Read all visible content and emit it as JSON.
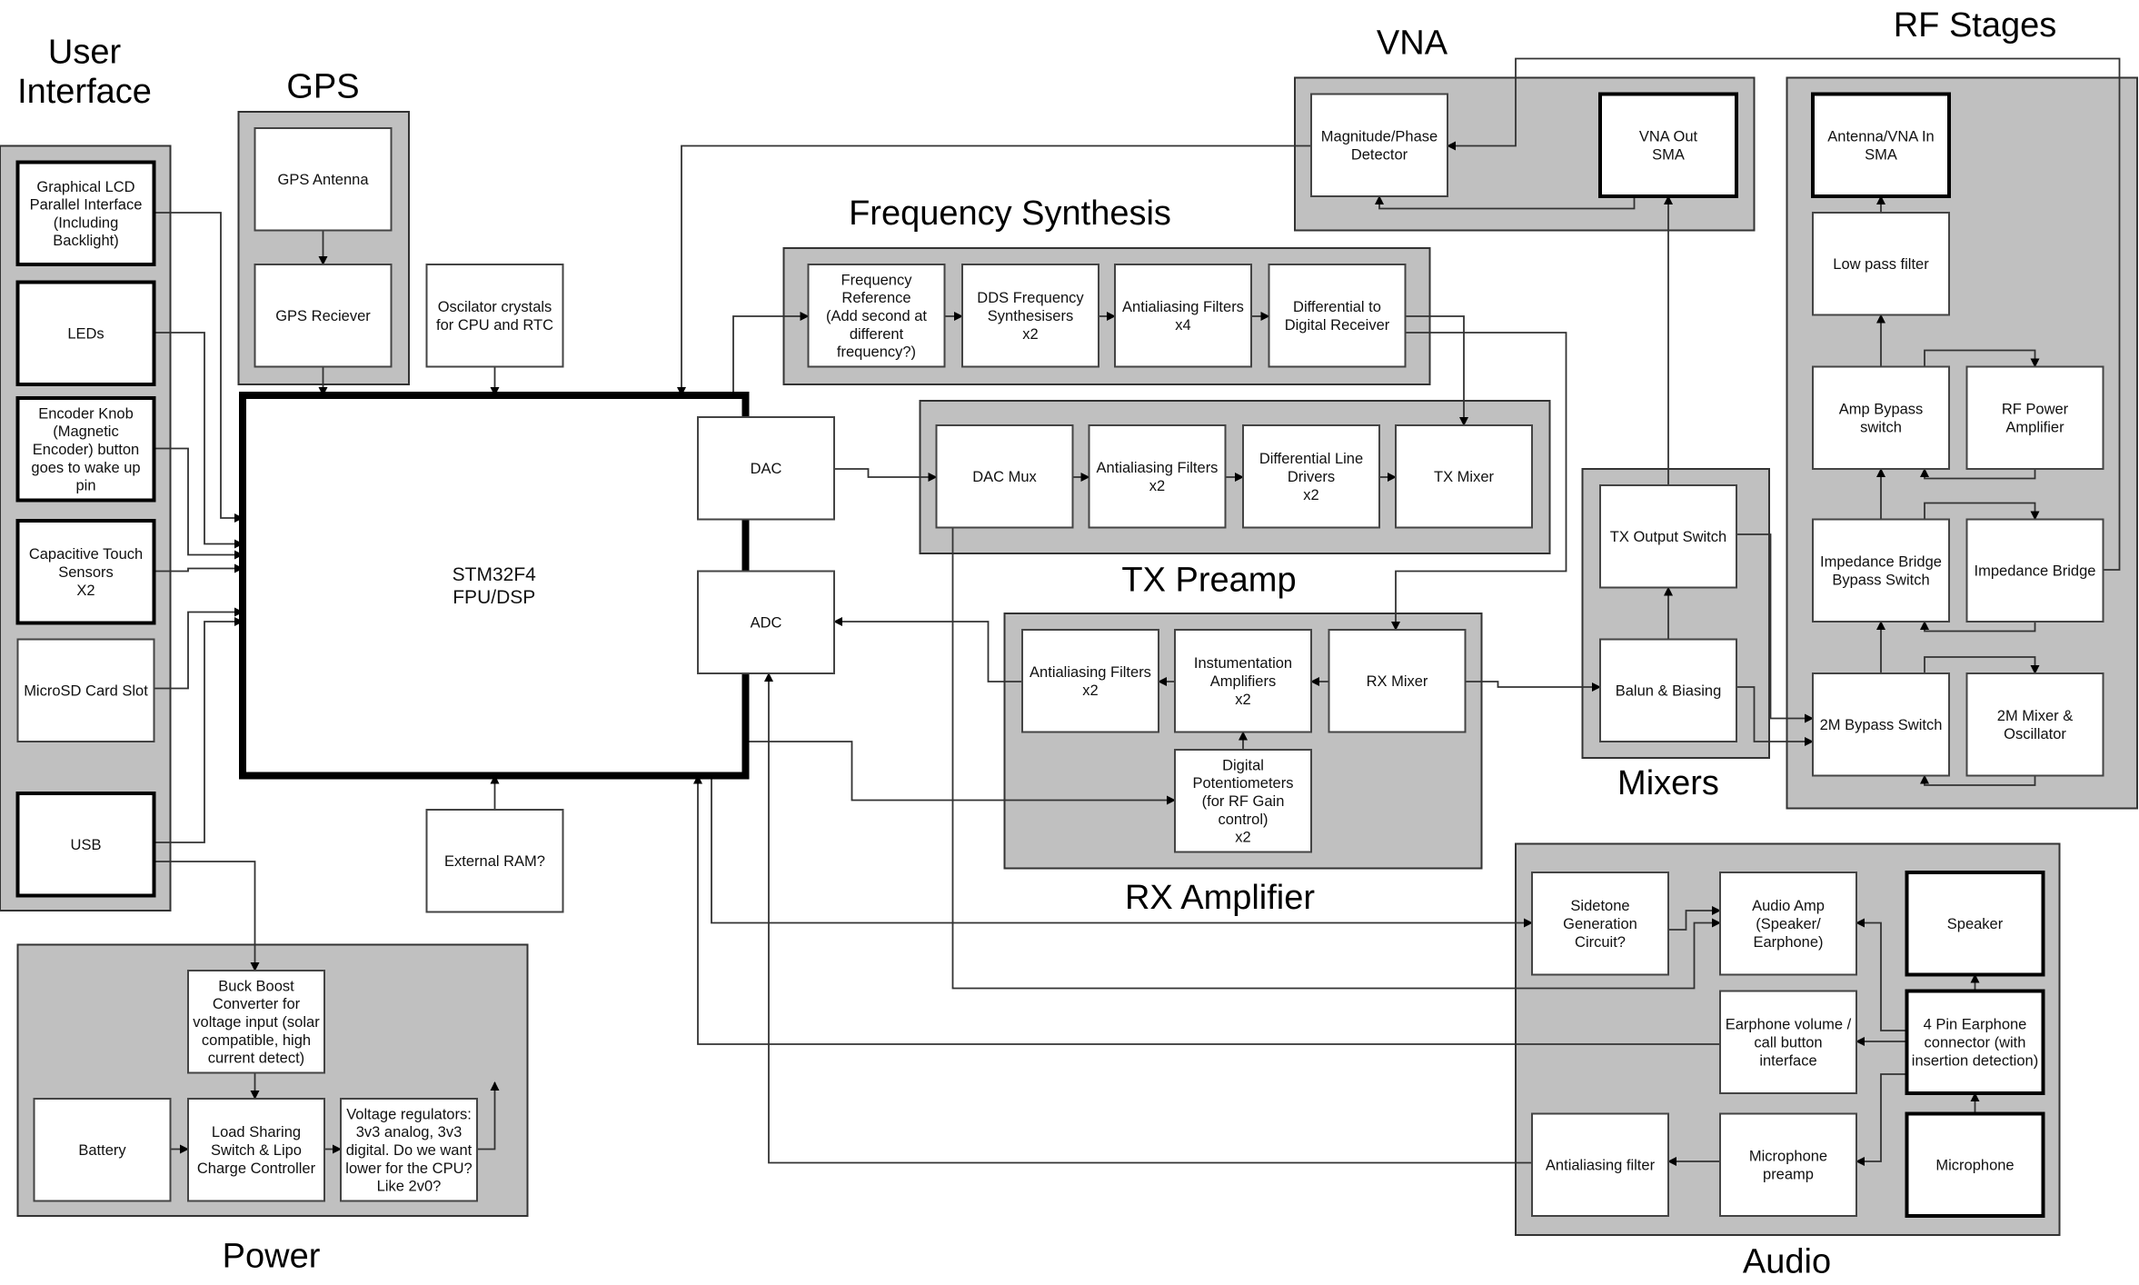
{
  "groups": [
    {
      "id": "user-interface",
      "title": [
        "User",
        "Interface"
      ]
    },
    {
      "id": "gps",
      "title": [
        "GPS"
      ]
    },
    {
      "id": "vna",
      "title": [
        "VNA"
      ]
    },
    {
      "id": "rf-stages",
      "title": [
        "RF Stages"
      ]
    },
    {
      "id": "frequency-synthesis",
      "title": [
        "Frequency Synthesis"
      ]
    },
    {
      "id": "tx-preamp",
      "title": [
        "TX Preamp"
      ]
    },
    {
      "id": "rx-amplifier",
      "title": [
        "RX Amplifier"
      ]
    },
    {
      "id": "mixers",
      "title": [
        "Mixers"
      ]
    },
    {
      "id": "audio",
      "title": [
        "Audio"
      ]
    },
    {
      "id": "power",
      "title": [
        "Power"
      ]
    }
  ],
  "blocks": [
    {
      "id": "lcd",
      "lines": [
        "Graphical LCD",
        "Parallel Interface",
        "(Including",
        "Backlight)"
      ]
    },
    {
      "id": "leds",
      "lines": [
        "LEDs"
      ]
    },
    {
      "id": "encoder",
      "lines": [
        "Encoder Knob",
        "(Magnetic",
        "Encoder) button",
        "goes to wake up",
        "pin"
      ]
    },
    {
      "id": "touch",
      "lines": [
        "Capacitive Touch",
        "Sensors",
        "X2"
      ]
    },
    {
      "id": "microsd",
      "lines": [
        "MicroSD Card Slot"
      ]
    },
    {
      "id": "usb",
      "lines": [
        "USB"
      ]
    },
    {
      "id": "gps-antenna",
      "lines": [
        "GPS Antenna"
      ]
    },
    {
      "id": "gps-receiver",
      "lines": [
        "GPS Reciever"
      ]
    },
    {
      "id": "osc",
      "lines": [
        "Oscilator crystals",
        "for CPU and RTC"
      ]
    },
    {
      "id": "cpu",
      "lines": [
        "STM32F4",
        "FPU/DSP"
      ]
    },
    {
      "id": "ext-ram",
      "lines": [
        "External RAM?"
      ]
    },
    {
      "id": "dac",
      "lines": [
        "DAC"
      ]
    },
    {
      "id": "adc",
      "lines": [
        "ADC"
      ]
    },
    {
      "id": "freq-ref",
      "lines": [
        "Frequency",
        "Reference",
        "(Add second at",
        "different",
        "frequency?)"
      ]
    },
    {
      "id": "dds",
      "lines": [
        "DDS Frequency",
        "Synthesisers",
        "x2"
      ]
    },
    {
      "id": "aa-x4",
      "lines": [
        "Antialiasing Filters",
        "x4"
      ]
    },
    {
      "id": "diff-rx",
      "lines": [
        "Differential to",
        "Digital Receiver"
      ]
    },
    {
      "id": "dac-mux",
      "lines": [
        "DAC Mux"
      ]
    },
    {
      "id": "aa-tx",
      "lines": [
        "Antialiasing Filters",
        "x2"
      ]
    },
    {
      "id": "line-drv",
      "lines": [
        "Differential Line",
        "Drivers",
        "x2"
      ]
    },
    {
      "id": "tx-mixer",
      "lines": [
        "TX Mixer"
      ]
    },
    {
      "id": "aa-rx",
      "lines": [
        "Antialiasing Filters",
        "x2"
      ]
    },
    {
      "id": "inamp",
      "lines": [
        "Instumentation",
        "Amplifiers",
        "x2"
      ]
    },
    {
      "id": "rx-mixer",
      "lines": [
        "RX Mixer"
      ]
    },
    {
      "id": "digipot",
      "lines": [
        "Digital",
        "Potentiometers",
        "(for RF Gain",
        "control)",
        "x2"
      ]
    },
    {
      "id": "mag-phase",
      "lines": [
        "Magnitude/Phase",
        "Detector"
      ]
    },
    {
      "id": "vna-out",
      "lines": [
        "VNA Out",
        "SMA"
      ]
    },
    {
      "id": "ant-in",
      "lines": [
        "Antenna/VNA In",
        "SMA"
      ]
    },
    {
      "id": "lpf",
      "lines": [
        "Low pass filter"
      ]
    },
    {
      "id": "amp-bypass",
      "lines": [
        "Amp Bypass",
        "switch"
      ]
    },
    {
      "id": "rf-pa",
      "lines": [
        "RF Power",
        "Amplifier"
      ]
    },
    {
      "id": "ib-bypass",
      "lines": [
        "Impedance Bridge",
        "Bypass Switch"
      ]
    },
    {
      "id": "ib",
      "lines": [
        "Impedance Bridge"
      ]
    },
    {
      "id": "2m-bypass",
      "lines": [
        "2M Bypass Switch"
      ]
    },
    {
      "id": "2m-mixer",
      "lines": [
        "2M Mixer &",
        "Oscillator"
      ]
    },
    {
      "id": "tx-out-sw",
      "lines": [
        "TX Output Switch"
      ]
    },
    {
      "id": "balun",
      "lines": [
        "Balun & Biasing"
      ]
    },
    {
      "id": "sidetone",
      "lines": [
        "Sidetone",
        "Generation",
        "Circuit?"
      ]
    },
    {
      "id": "audio-amp",
      "lines": [
        "Audio Amp",
        "(Speaker/",
        "Earphone)"
      ]
    },
    {
      "id": "speaker",
      "lines": [
        "Speaker"
      ]
    },
    {
      "id": "earphone-vol",
      "lines": [
        "Earphone volume /",
        "call button",
        "interface"
      ]
    },
    {
      "id": "earphone-conn",
      "lines": [
        "4 Pin Earphone",
        "connector (with",
        "insertion detection)"
      ]
    },
    {
      "id": "aa-audio",
      "lines": [
        "Antialiasing filter"
      ]
    },
    {
      "id": "mic-preamp",
      "lines": [
        "Microphone",
        "preamp"
      ]
    },
    {
      "id": "microphone",
      "lines": [
        "Microphone"
      ]
    },
    {
      "id": "buck-boost",
      "lines": [
        "Buck Boost",
        "Converter for",
        "voltage input (solar",
        "compatible, high",
        "current detect)"
      ]
    },
    {
      "id": "battery",
      "lines": [
        "Battery"
      ]
    },
    {
      "id": "load-sharing",
      "lines": [
        "Load Sharing",
        "Switch & Lipo",
        "Charge Controller"
      ]
    },
    {
      "id": "vreg",
      "lines": [
        "Voltage regulators:",
        "3v3 analog, 3v3",
        "digital. Do we want",
        "lower for the CPU?",
        "Like 2v0?"
      ]
    }
  ]
}
